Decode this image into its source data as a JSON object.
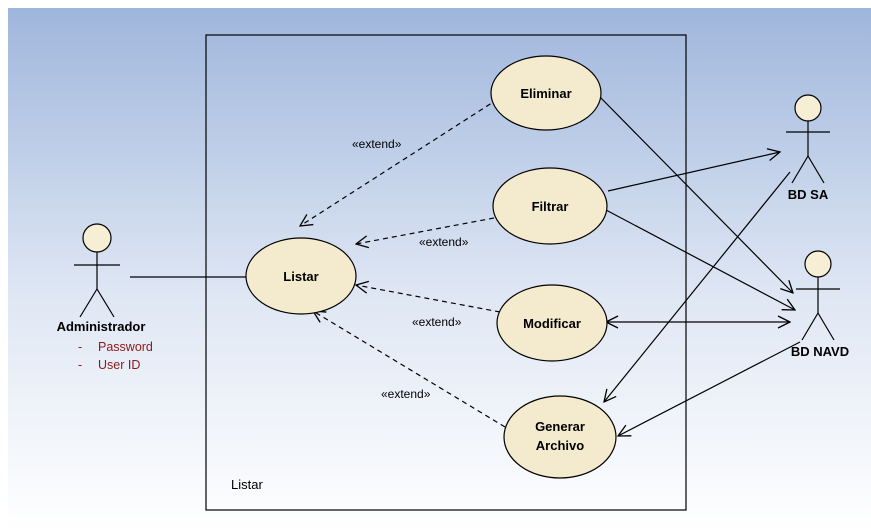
{
  "colors": {
    "background_top": "#9fb6dc",
    "background_bottom": "#ffffff",
    "usecase_fill": "#f4ebcf",
    "actor_head_fill": "#f6efd6",
    "attribute_text": "#8b1a1a"
  },
  "system_boundary": {
    "title": "Listar"
  },
  "use_cases": {
    "listar": "Listar",
    "eliminar": "Eliminar",
    "filtrar": "Filtrar",
    "modificar": "Modificar",
    "generar_line1": "Generar",
    "generar_line2": "Archivo"
  },
  "actors": {
    "administrador": {
      "name": "Administrador",
      "attributes": [
        {
          "dash": "-",
          "text": "Password"
        },
        {
          "dash": "-",
          "text": "User ID"
        }
      ]
    },
    "bd_sa": {
      "name": "BD SA"
    },
    "bd_navd": {
      "name": "BD NAVD"
    }
  },
  "stereotypes": {
    "extend_eliminar": "«extend»",
    "extend_filtrar": "«extend»",
    "extend_modificar": "«extend»",
    "extend_generar": "«extend»"
  }
}
